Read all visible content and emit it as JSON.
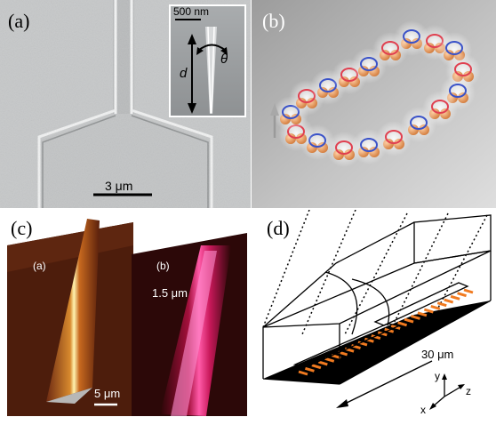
{
  "figure": {
    "panels": [
      {
        "label": "(a)",
        "type": "SEM micrograph of a tapered waveguide junction",
        "scalebar": "3 μm",
        "inset": {
          "scalebar": "500 nm",
          "length_symbol": "d",
          "angle_symbol": "θ"
        }
      },
      {
        "label": "(b)",
        "type": "3D illustration of a closed chain of nanoparticles with circulating arrows"
      },
      {
        "label": "(c)",
        "type": "3D AFM/near-field topography renderings",
        "sub_a": {
          "label": "(a)",
          "scalebar": "5 μm"
        },
        "sub_b": {
          "label": "(b)",
          "text": "1.5 μm"
        }
      },
      {
        "label": "(d)",
        "type": "Perspective schematic of a waveguide with striped field pattern",
        "dimension": "30 μm",
        "axes": {
          "x": "x",
          "y": "y",
          "z": "z"
        }
      }
    ],
    "colors": {
      "sem_gray": "#c9cbcc",
      "afm_dark": "#4a1b0c",
      "afm_bright": "#ffd27a",
      "nf_magenta": "#ff2f8a",
      "stripe_orange": "#f07a20",
      "ring_red": "#e04050",
      "ring_blue": "#3a52c8",
      "particle_orange": "#e89a5a"
    }
  }
}
